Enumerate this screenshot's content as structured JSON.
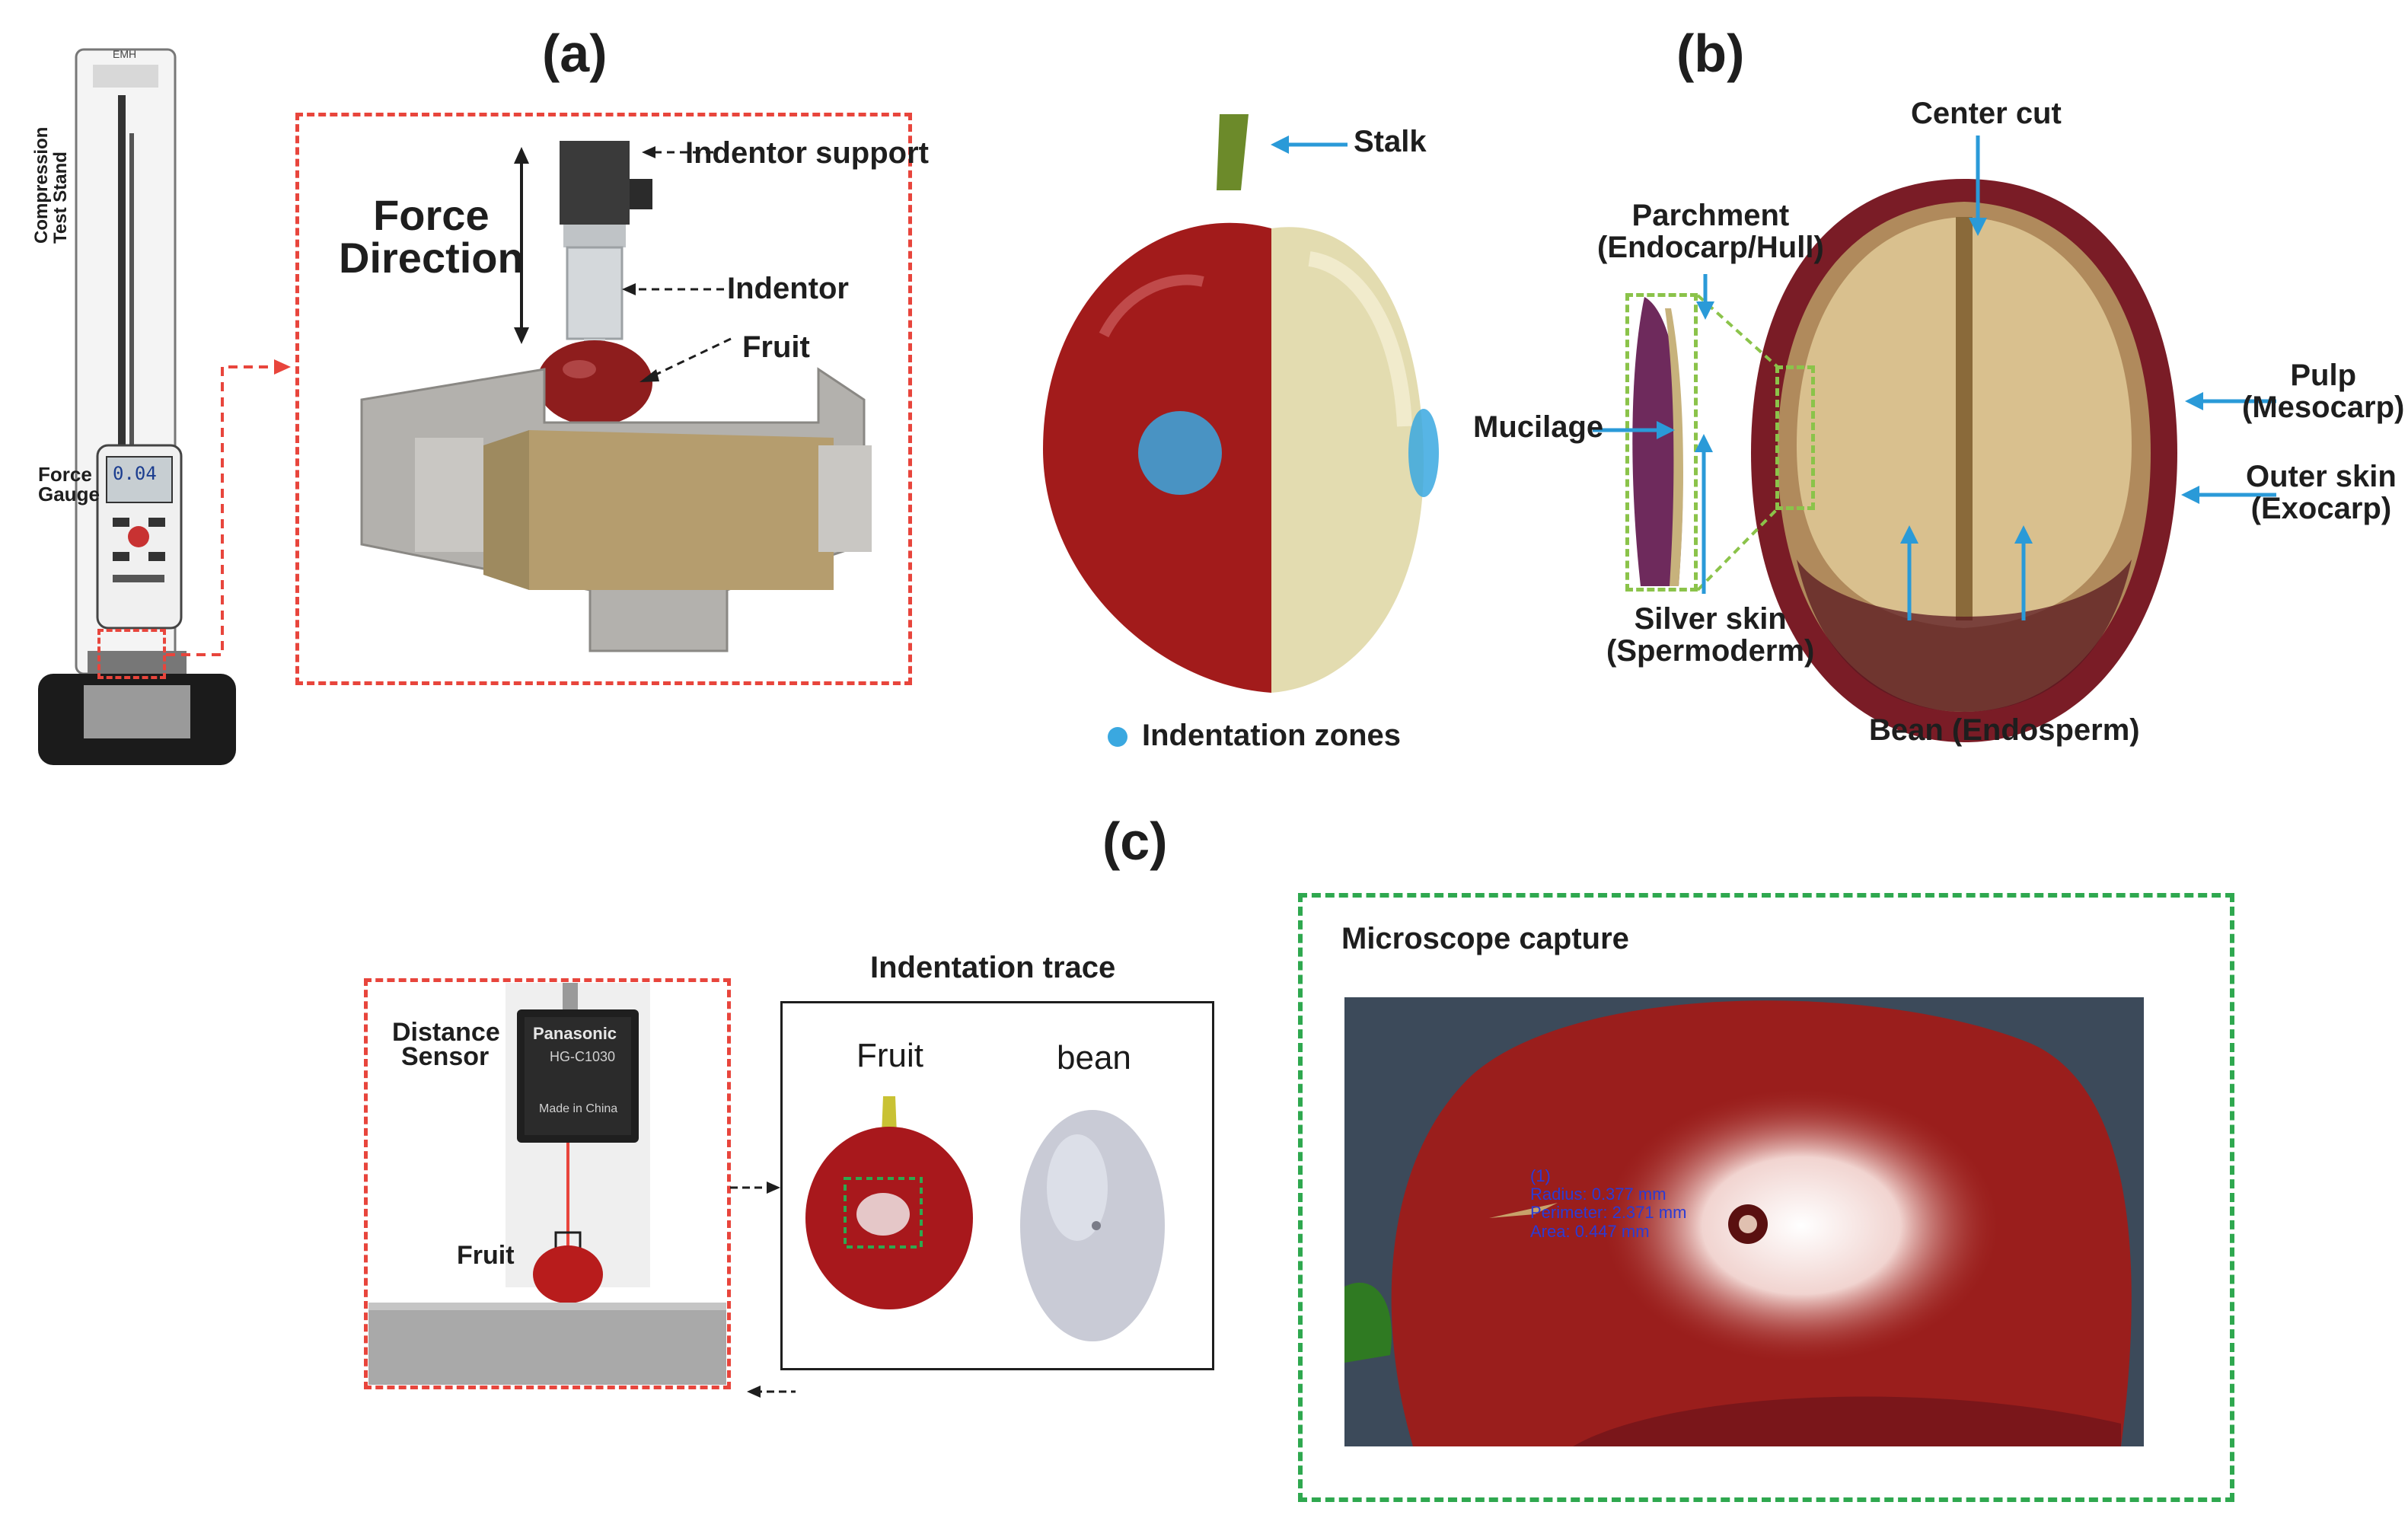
{
  "panels": {
    "a": {
      "title": "(a)"
    },
    "b": {
      "title": "(b)"
    },
    "c": {
      "title": "(c)"
    }
  },
  "panel_a": {
    "stand_brand": "EMH",
    "stand_label": "Compression Test Stand",
    "gauge_label_1": "Force",
    "gauge_label_2": "Gauge",
    "gauge_reading": "0.04",
    "force_direction_1": "Force",
    "force_direction_2": "Direction",
    "indentor_support": "Indentor support",
    "indentor": "Indentor",
    "fruit": "Fruit"
  },
  "panel_fruit": {
    "stalk": "Stalk",
    "indentation_zones": "Indentation zones"
  },
  "panel_b": {
    "center_cut": "Center cut",
    "parchment_1": "Parchment",
    "parchment_2": "(Endocarp/Hull)",
    "mucilage": "Mucilage",
    "silver_skin_1": "Silver skin",
    "silver_skin_2": "(Spermoderm)",
    "bean": "Bean (Endosperm)",
    "pulp_1": "Pulp",
    "pulp_2": "(Mesocarp)",
    "outer_skin_1": "Outer skin",
    "outer_skin_2": "(Exocarp)"
  },
  "panel_c": {
    "distance_sensor_1": "Distance",
    "distance_sensor_2": "Sensor",
    "sensor_brand": "Panasonic",
    "sensor_model": "HG-C1030",
    "sensor_made": "Made in China",
    "fruit": "Fruit",
    "indentation_trace": "Indentation trace",
    "trace_fruit": "Fruit",
    "trace_bean": "bean",
    "microscope_capture": "Microscope capture",
    "micro_line_0": "(1)",
    "micro_line_1": "Radius: 0.377 mm",
    "micro_line_2": "Perimeter: 2.371 mm",
    "micro_line_3": "Area: 0.447 mm"
  },
  "colors": {
    "red_dash": "#e8453c",
    "green_dash": "#2fa84f",
    "arrow_blue": "#2a9ad8",
    "indent_blue": "#3aa8e0"
  }
}
